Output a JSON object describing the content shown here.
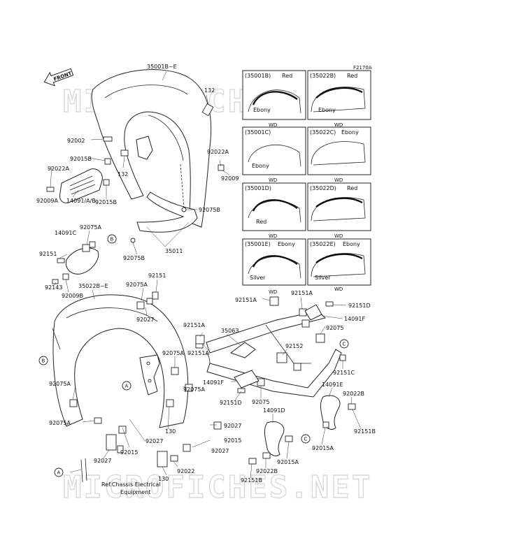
{
  "diagram_code": "F2170A",
  "watermarks": [
    "MICROFICHES.NET",
    "MICROFICHES.NET"
  ],
  "front_arrow": "FRONT",
  "labels": {
    "l35001BE": "35001B~E",
    "l132a": "132",
    "l92002": "92002",
    "l92015Ba": "92015B",
    "l132b": "132",
    "l92022Aa": "92022A",
    "l92022Ab": "92022A",
    "l92009a": "92009",
    "l92009A": "92009A",
    "l14091AB": "14091/A/B",
    "l92015Bb": "92015B",
    "l92075Ba": "92075B",
    "l92075Bb": "92075B",
    "l35011": "35011",
    "l14091C": "14091C",
    "l92075Aa": "92075A",
    "l92151a": "92151",
    "l92143": "92143",
    "l92009B": "92009B",
    "l35022BE": "35022B~E",
    "l92075Ab": "92075A",
    "l92151b": "92151",
    "l92027a": "92027",
    "l92075Ac": "92075A",
    "l92075Ad": "92075A",
    "l92075Ae": "92075A",
    "l92075Af": "92075A",
    "l92027b": "92027",
    "l92015a": "92015",
    "l92027c": "92027",
    "l130a": "130",
    "l92027d": "92027",
    "l92015b": "92015",
    "l92027e": "92027",
    "l92022": "92022",
    "l130b": "130",
    "ref_text1": "Ref.Chassis Electrical",
    "ref_text2": "Equipment",
    "l92151Aa": "92151A",
    "l92151Ab": "92151A",
    "l92151D": "92151D",
    "l14091Fa": "14091F",
    "l92075a": "92075",
    "l92151Ac": "92151A",
    "l35063": "35063",
    "l92151Ad": "92151A",
    "l92152": "92152",
    "l92151C": "92151C",
    "l14091Fb": "14091F",
    "l92151Db": "92151D",
    "l92075b": "92075",
    "l14091E": "14091E",
    "l92022B": "92022B",
    "l14091D": "14091D",
    "l92151B": "92151B",
    "l92015A": "92015A",
    "l92015Ab": "92015A",
    "l92022Bb": "92022B",
    "l92151Bb": "92151B"
  },
  "callouts": {
    "A1": "A",
    "A2": "A",
    "B1": "B",
    "B2": "B",
    "C1": "C",
    "C2": "C"
  },
  "variants": [
    {
      "code": "(35001B)",
      "colors": [
        "Red",
        "Ebony"
      ],
      "wd": "WD"
    },
    {
      "code": "(35022B)",
      "colors": [
        "Red",
        "Ebony"
      ],
      "wd": "WD"
    },
    {
      "code": "(35001C)",
      "colors": [
        "Ebony"
      ],
      "wd": "WD"
    },
    {
      "code": "(35022C)",
      "colors": [
        "Ebony"
      ],
      "wd": "WD"
    },
    {
      "code": "(35001D)",
      "colors": [
        "Red"
      ],
      "wd": "WD"
    },
    {
      "code": "(35022D)",
      "colors": [
        "Red"
      ],
      "wd": "WD"
    },
    {
      "code": "(35001E)",
      "colors": [
        "Ebony",
        "Silver"
      ],
      "wd": "WD"
    },
    {
      "code": "(35022E)",
      "colors": [
        "Ebony",
        "Silver"
      ],
      "wd": "WD"
    }
  ]
}
